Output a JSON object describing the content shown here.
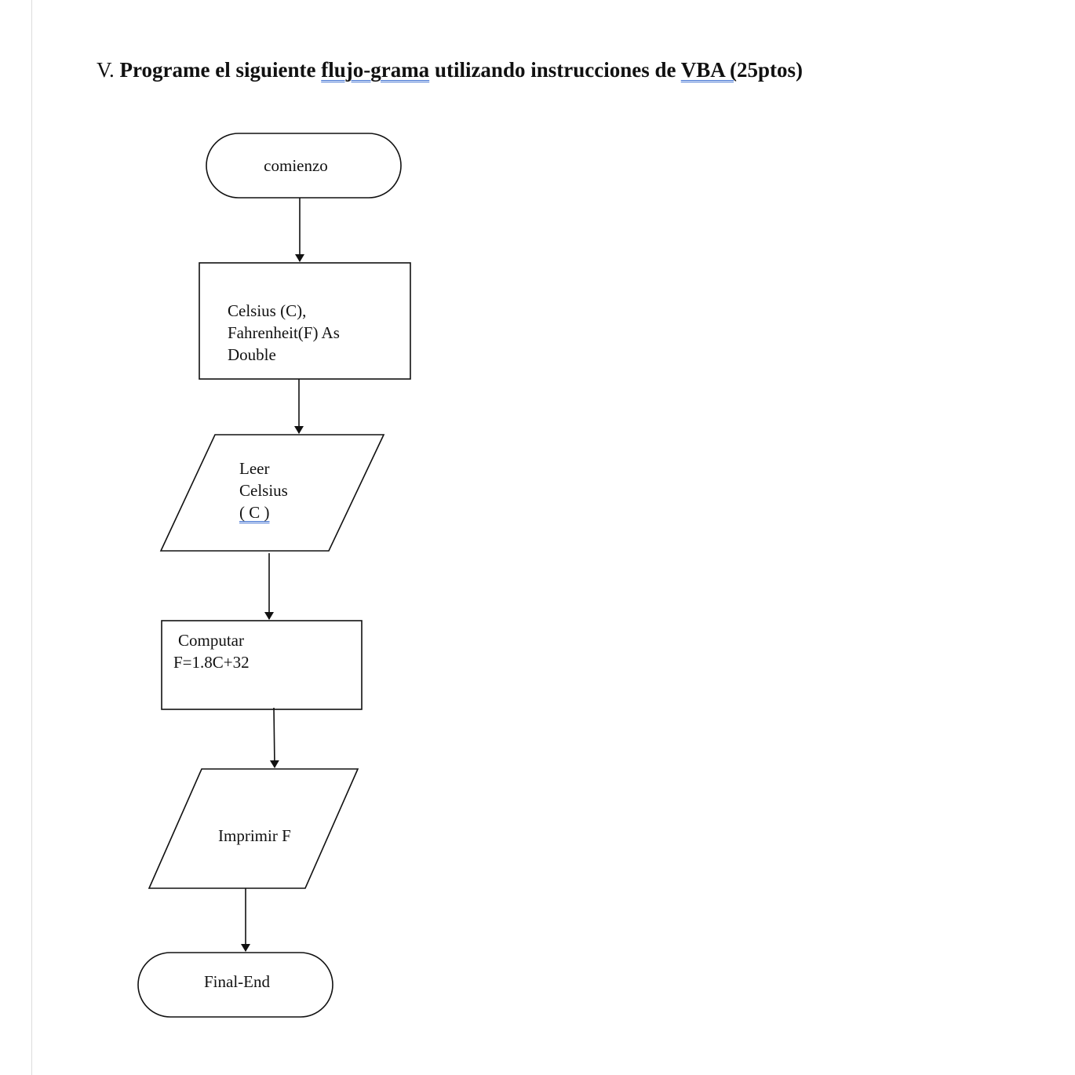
{
  "heading": {
    "prefix": "V. ",
    "part1": "Programe el siguiente ",
    "part2": "flujo-grama",
    "part3": " utilizando instrucciones de ",
    "part4": "VBA (",
    "part5": "25ptos)"
  },
  "flowchart": {
    "start": "comienzo",
    "declare": {
      "line1": "Celsius (C),",
      "line2": "Fahrenheit(F) As",
      "line3": "Double"
    },
    "read": {
      "line1": "Leer",
      "line2": "Celsius",
      "line3": "( C )"
    },
    "compute": {
      "line1": "Computar",
      "line2": "F=1.8C+32"
    },
    "print": "Imprimir F",
    "end": "Final-End"
  }
}
